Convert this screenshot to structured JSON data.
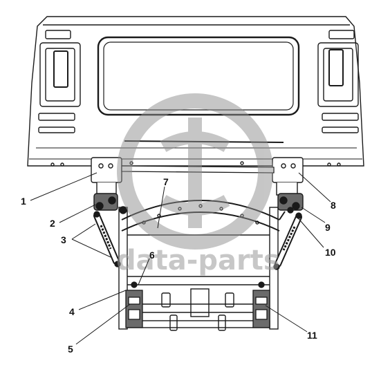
{
  "callouts": [
    "1",
    "2",
    "3",
    "4",
    "5",
    "6",
    "7",
    "8",
    "9",
    "10",
    "11"
  ],
  "watermark": {
    "text": "data-parts",
    "color": "#8f8f8f"
  },
  "colors": {
    "line": "#1a1a1a",
    "shade": "#6b6b6b",
    "paper": "#ffffff"
  }
}
